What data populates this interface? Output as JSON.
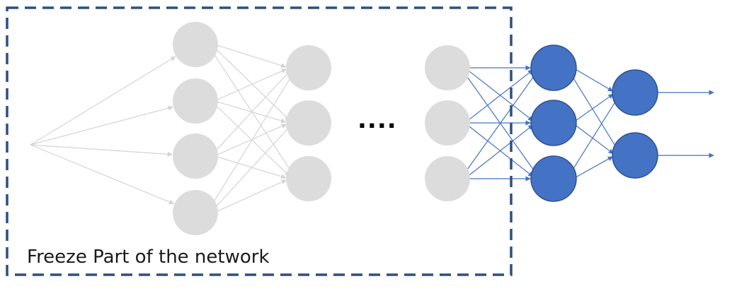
{
  "caption": "Freeze Part of the network",
  "ellipsis": "....",
  "colors": {
    "frozen_node": "#dcdcdc",
    "frozen_edge": "#d4d4d4",
    "trainable_node": "#4472c4",
    "trainable_node_stroke": "#2f528f",
    "trainable_edge": "#4472c4",
    "freeze_box": "#2f4f7f"
  },
  "layers": {
    "frozen": [
      4,
      3,
      3
    ],
    "trainable": [
      3,
      2
    ],
    "outputs": 2
  }
}
